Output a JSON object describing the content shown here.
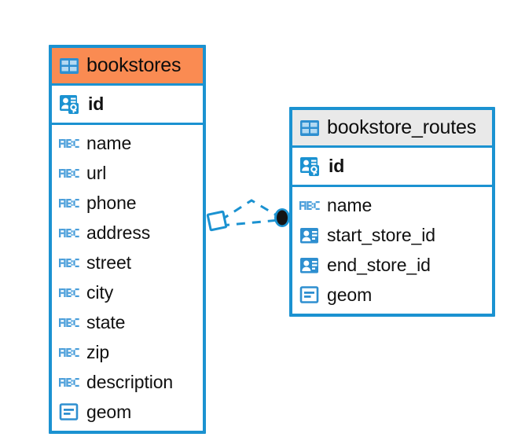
{
  "diagram": {
    "background_color": "#ffffff",
    "accent_color": "#1b92d1",
    "selected_header_color": "#fa8b52",
    "header_color": "#e9e9e9",
    "connector_color": "#1b92d1",
    "connector_endpoint_color": "#111111"
  },
  "entities": [
    {
      "name": "bookstores",
      "selected": true,
      "header_icon": "table-icon",
      "primary_keys": [
        {
          "label": "id",
          "icon": "primary-key-icon"
        }
      ],
      "fields": [
        {
          "label": "name",
          "icon": "text-type-icon"
        },
        {
          "label": "url",
          "icon": "text-type-icon"
        },
        {
          "label": "phone",
          "icon": "text-type-icon"
        },
        {
          "label": "address",
          "icon": "text-type-icon"
        },
        {
          "label": "street",
          "icon": "text-type-icon"
        },
        {
          "label": "city",
          "icon": "text-type-icon"
        },
        {
          "label": "state",
          "icon": "text-type-icon"
        },
        {
          "label": "zip",
          "icon": "text-type-icon"
        },
        {
          "label": "description",
          "icon": "text-type-icon"
        },
        {
          "label": "geom",
          "icon": "geometry-type-icon"
        }
      ]
    },
    {
      "name": "bookstore_routes",
      "selected": false,
      "header_icon": "table-icon",
      "primary_keys": [
        {
          "label": "id",
          "icon": "primary-key-icon"
        }
      ],
      "fields": [
        {
          "label": "name",
          "icon": "text-type-icon"
        },
        {
          "label": "start_store_id",
          "icon": "foreign-key-icon"
        },
        {
          "label": "end_store_id",
          "icon": "foreign-key-icon"
        },
        {
          "label": "geom",
          "icon": "geometry-type-icon"
        }
      ]
    }
  ],
  "relationship": {
    "style": "dashed",
    "source_entity": "bookstores",
    "target_entity": "bookstore_routes",
    "source_marker": "square-outline-marker",
    "target_marker": "filled-circle-marker"
  }
}
